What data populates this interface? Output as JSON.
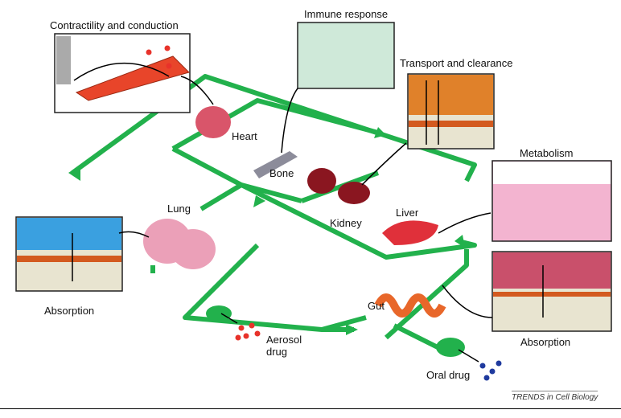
{
  "labels": {
    "contractility": "Contractility and conduction",
    "immune": "Immune response",
    "transport": "Transport and clearance",
    "metabolism": "Metabolism",
    "absorption_right": "Absorption",
    "absorption_left": "Absorption",
    "heart": "Heart",
    "bone": "Bone",
    "kidney": "Kidney",
    "liver": "Liver",
    "lung": "Lung",
    "gut": "Gut",
    "aerosol": "Aerosol\ndrug",
    "oral": "Oral drug"
  },
  "credit": "TRENDS in Cell Biology",
  "colors": {
    "circuit": "#22b14c",
    "drug": "#e8322a",
    "metabolite": "#1f3a9e",
    "tissue": "#e9555a"
  }
}
